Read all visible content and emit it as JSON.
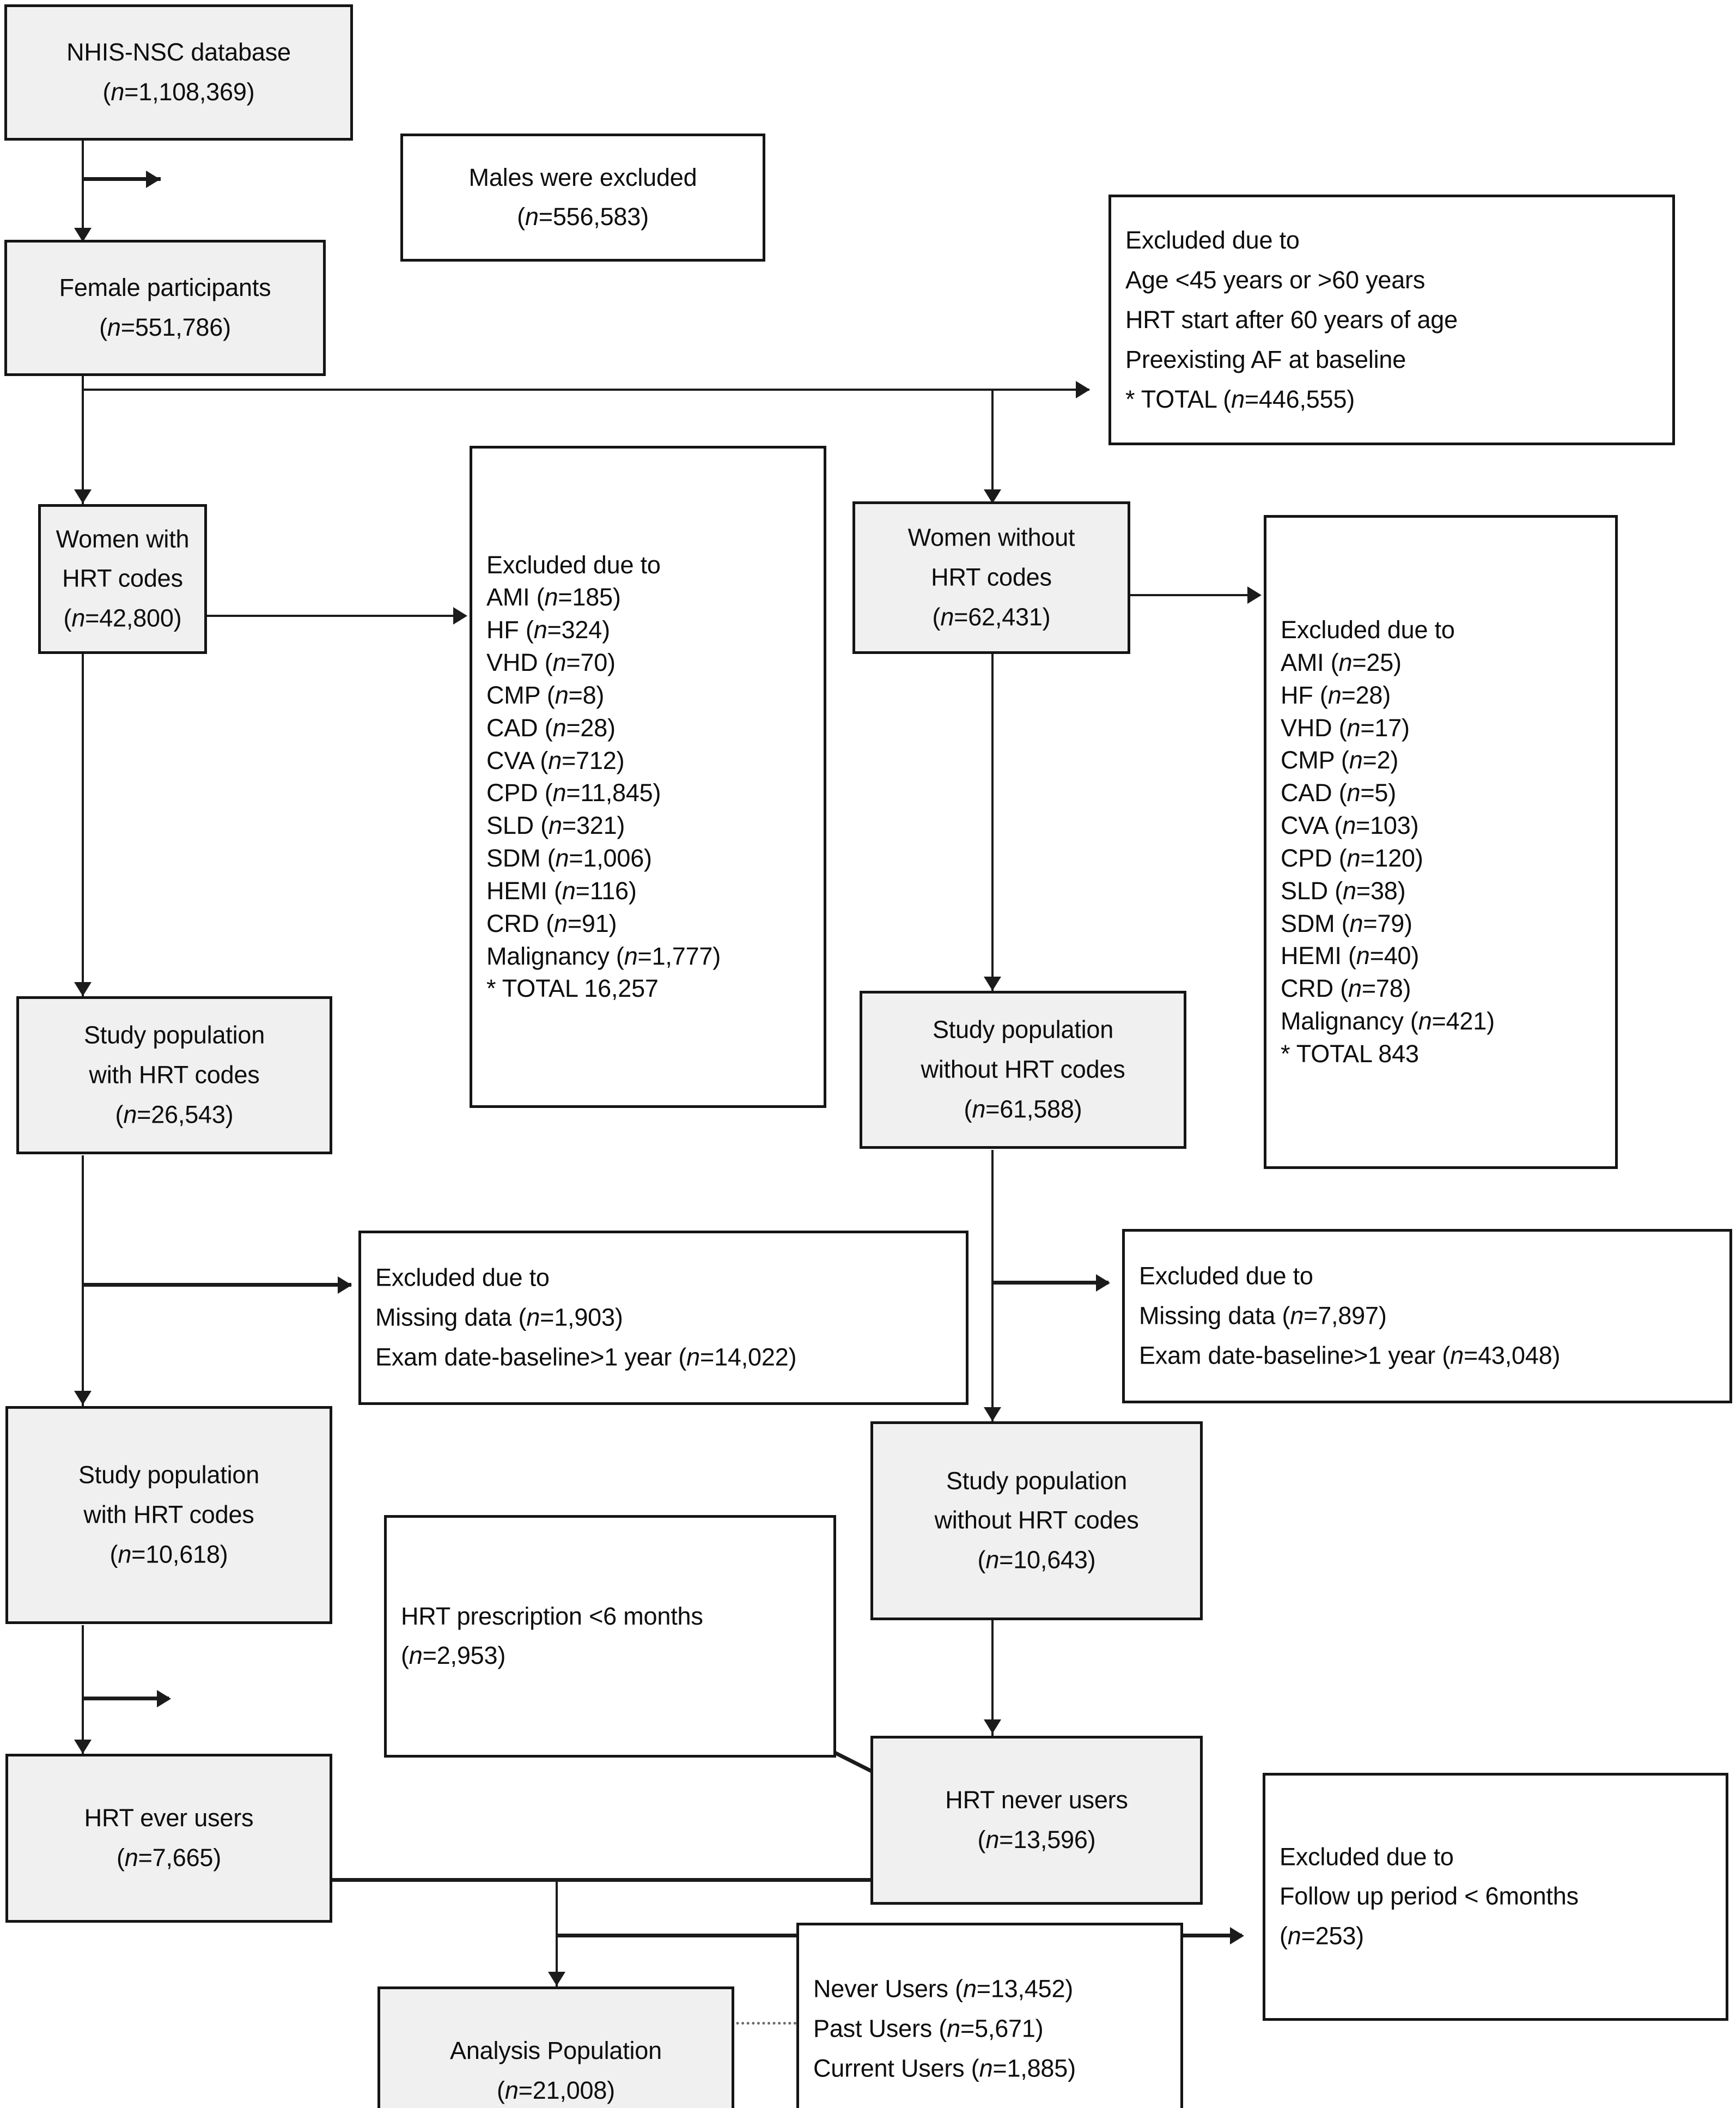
{
  "diagram": {
    "title": "Study population flow diagram",
    "type": "flowchart",
    "italic_variable": "n"
  },
  "nodes": {
    "database": {
      "label": "NHIS-NSC database",
      "count": "(n=1,108,369)"
    },
    "males_excluded": {
      "label": "Males were excluded",
      "count": "(n=556,583)"
    },
    "female_participants": {
      "label": "Female participants",
      "count": "(n=551,786)"
    },
    "excluded_age_af": {
      "heading": "Excluded due to",
      "lines": [
        "Age <45 years or >60 years",
        "HRT start after 60 years of age",
        "Preexisting AF at baseline",
        "* TOTAL (n=446,555)"
      ]
    },
    "women_with_hrt": {
      "label_line1": "Women with",
      "label_line2": "HRT codes",
      "count": "(n=42,800)"
    },
    "women_without_hrt": {
      "label_line1": "Women without",
      "label_line2": "HRT codes",
      "count": "(n=62,431)"
    },
    "excluded_comorbid_with": {
      "heading": "Excluded due to",
      "lines": [
        "AMI (n=185)",
        "HF (n=324)",
        "VHD (n=70)",
        "CMP (n=8)",
        "CAD (n=28)",
        "CVA (n=712)",
        "CPD (n=11,845)",
        "SLD (n=321)",
        "SDM (n=1,006)",
        "HEMI (n=116)",
        "CRD (n=91)",
        "Malignancy (n=1,777)",
        "* TOTAL 16,257"
      ]
    },
    "excluded_comorbid_without": {
      "heading": "Excluded due to",
      "lines": [
        "AMI (n=25)",
        "HF (n=28)",
        "VHD (n=17)",
        "CMP (n=2)",
        "CAD (n=5)",
        "CVA (n=103)",
        "CPD (n=120)",
        "SLD (n=38)",
        "SDM (n=79)",
        "HEMI (n=40)",
        "CRD (n=78)",
        "Malignancy (n=421)",
        "* TOTAL 843"
      ]
    },
    "study_pop_with_hrt_1": {
      "label_line1": "Study population",
      "label_line2": "with HRT codes",
      "count": "(n=26,543)"
    },
    "study_pop_without_hrt_1": {
      "label_line1": "Study population",
      "label_line2": "without HRT codes",
      "count": "(n=61,588)"
    },
    "excluded_missing_with": {
      "heading": "Excluded due to",
      "lines": [
        "Missing data (n=1,903)",
        "Exam date-baseline>1 year (n=14,022)"
      ]
    },
    "excluded_missing_without": {
      "heading": "Excluded due to",
      "lines": [
        "Missing data (n=7,897)",
        "Exam date-baseline>1 year (n=43,048)"
      ]
    },
    "study_pop_with_hrt_2": {
      "label_line1": "Study population",
      "label_line2": "with HRT codes",
      "count": "(n=10,618)"
    },
    "study_pop_without_hrt_2": {
      "label_line1": "Study population",
      "label_line2": "without HRT codes",
      "count": "(n=10,643)"
    },
    "hrt_prescription_short": {
      "label": "HRT prescription <6 months",
      "count": "(n=2,953)"
    },
    "hrt_ever_users": {
      "label": "HRT ever users",
      "count": "(n=7,665)"
    },
    "hrt_never_users": {
      "label": "HRT never users",
      "count": "(n=13,596)"
    },
    "excluded_followup": {
      "heading": "Excluded due to",
      "lines": [
        "Follow up period < 6months",
        "(n=253)"
      ]
    },
    "analysis_population": {
      "label": "Analysis Population",
      "count": "(n=21,008)"
    },
    "user_breakdown": {
      "lines": [
        "Never Users (n=13,452)",
        "Past Users (n=5,671)",
        "Current Users (n=1,885)"
      ]
    }
  },
  "colors": {
    "box_border": "#151515",
    "box_fill_shaded": "#f0f0f0",
    "box_fill_plain": "#ffffff",
    "connector": "#1b1b1b",
    "text": "#0d0d0d"
  }
}
